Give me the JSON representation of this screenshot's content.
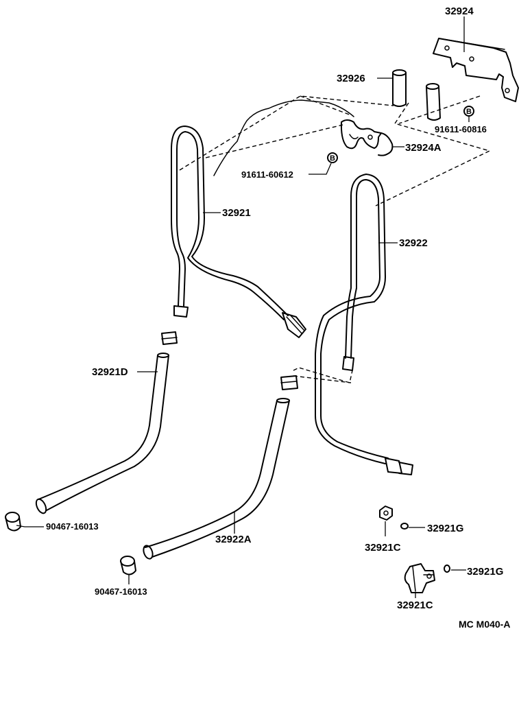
{
  "diagram": {
    "labels": {
      "p32924": "32924",
      "p32926": "32926",
      "p91611_60816": "91611-60816",
      "p32924A": "32924A",
      "p91611_60612": "91611-60612",
      "p32921": "32921",
      "p32922": "32922",
      "p32921D": "32921D",
      "p90467_a": "90467-16013",
      "p32922A": "32922A",
      "p90467_b": "90467-16013",
      "p32921G_a": "32921G",
      "p32921C_a": "32921C",
      "p32921G_b": "32921G",
      "p32921C_b": "32921C"
    },
    "badges": {
      "b1": "B",
      "b2": "B"
    },
    "footer_code": "MC M040-A"
  }
}
